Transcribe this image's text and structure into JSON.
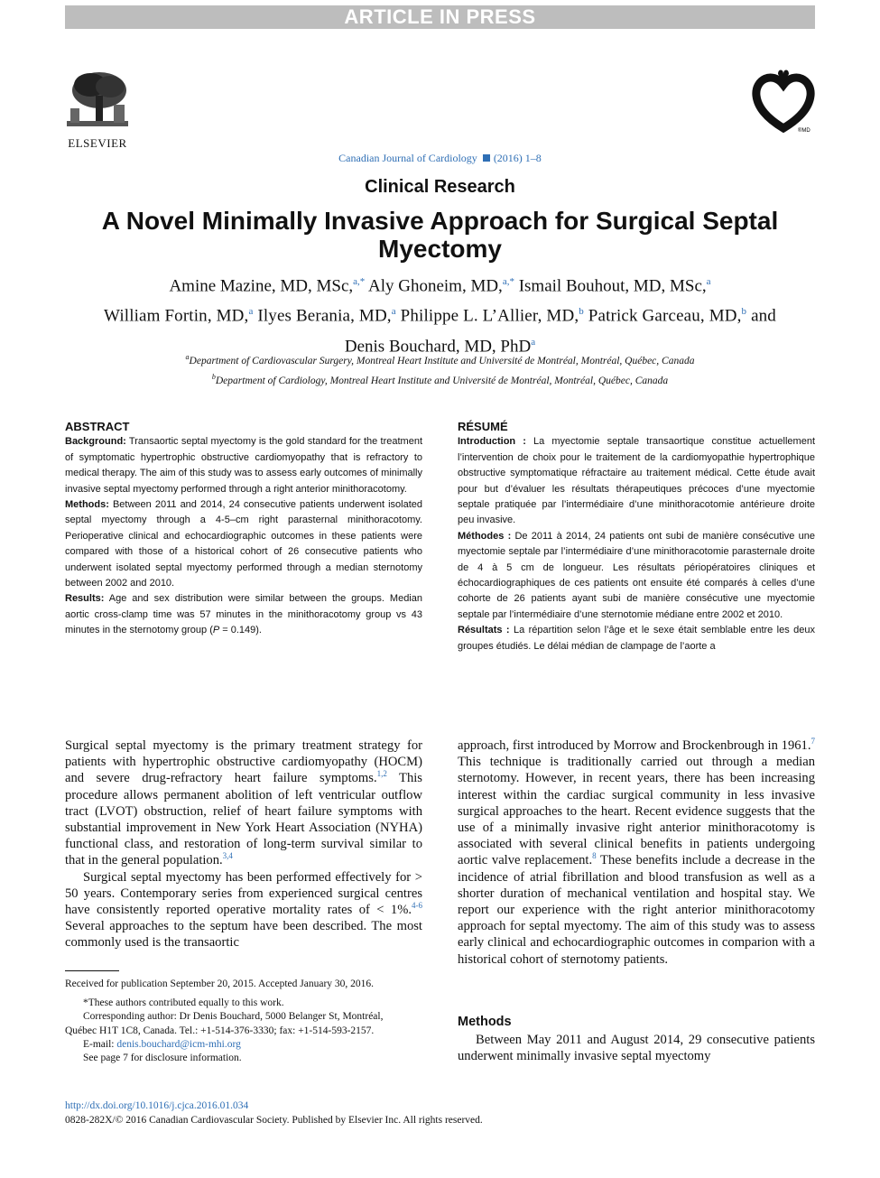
{
  "banner": "ARTICLE IN PRESS",
  "publisher": "ELSEVIER",
  "journal": {
    "name": "Canadian Journal of Cardiology",
    "meta": "(2016) 1–8"
  },
  "section": "Clinical Research",
  "title_lines": [
    "A Novel Minimally Invasive Approach for Surgical Septal",
    "Myectomy"
  ],
  "authors": {
    "a1": "Amine Mazine, MD, MSc,",
    "a1s": "a,*",
    "a2": " Aly Ghoneim, MD,",
    "a2s": "a,*",
    "a3": " Ismail Bouhout, MD, MSc,",
    "a3s": "a",
    "a4": "William Fortin, MD,",
    "a4s": "a",
    "a5": " Ilyes Berania, MD,",
    "a5s": "a",
    "a6": " Philippe L. L’Allier, MD,",
    "a6s": "b",
    "a7": " Patrick Garceau, MD,",
    "a7s": "b",
    "a7and": " and",
    "a8": "Denis Bouchard, MD, PhD",
    "a8s": "a"
  },
  "affiliations": [
    {
      "sup": "a",
      "text": "Department of Cardiovascular Surgery, Montreal Heart Institute and Université de Montréal, Montréal, Québec, Canada"
    },
    {
      "sup": "b",
      "text": "Department of Cardiology, Montreal Heart Institute and Université de Montréal, Montréal, Québec, Canada"
    }
  ],
  "abstract": {
    "heading": "ABSTRACT",
    "background_label": "Background:",
    "background": " Transaortic septal myectomy is the gold standard for the treatment of symptomatic hypertrophic obstructive cardiomyopathy that is refractory to medical therapy. The aim of this study was to assess early outcomes of minimally invasive septal myectomy performed through a right anterior minithoracotomy.",
    "methods_label": "Methods:",
    "methods": " Between 2011 and 2014, 24 consecutive patients underwent isolated septal myectomy through a 4-5–cm right parasternal minithoracotomy. Perioperative clinical and echocardiographic outcomes in these patients were compared with those of a historical cohort of 26 consecutive patients who underwent isolated septal myectomy performed through a median sternotomy between 2002 and 2010.",
    "results_label": "Results:",
    "results_a": " Age and sex distribution were similar between the groups. Median aortic cross-clamp time was 57 minutes in the minithoracotomy group vs 43 minutes in the sternotomy group (",
    "results_p": "P",
    "results_b": " = 0.149)."
  },
  "resume": {
    "heading": "RÉSUMÉ",
    "intro_label": "Introduction :",
    "intro": " La myectomie septale transaortique constitue actuellement l’intervention de choix pour le traitement de la cardiomyopathie hypertrophique obstructive symptomatique réfractaire au traitement médical. Cette étude avait pour but d’évaluer les résultats thérapeutiques précoces d’une myectomie septale pratiquée par l’intermédiaire d’une minithoracotomie antérieure droite peu invasive.",
    "methods_label": "Méthodes :",
    "methods": " De 2011 à 2014, 24 patients ont subi de manière consécutive une myectomie septale par l’intermédiaire d’une minithoracotomie parasternale droite de 4 à 5 cm de longueur. Les résultats périopératoires cliniques et échocardiographiques de ces patients ont ensuite été comparés à celles d’une cohorte de 26 patients ayant subi de manière consécutive une myectomie septale par l’intermédiaire d’une sternotomie médiane entre 2002 et 2010.",
    "results_label": "Résultats :",
    "results": " La répartition selon l’âge et le sexe était semblable entre les deux groupes étudiés. Le délai médian de clampage de l’aorte a"
  },
  "body": {
    "p1a": "Surgical septal myectomy is the primary treatment strategy for patients with hypertrophic obstructive cardiomyopathy (HOCM) and severe drug-refractory heart failure symptoms.",
    "r1": "1,2",
    "p1b": " This procedure allows permanent abolition of left ventricular outflow tract (LVOT) obstruction, relief of heart failure symptoms with substantial improvement in New York Heart Association (NYHA) functional class, and restoration of long-term survival similar to that in the general population.",
    "r2": "3,4",
    "p2a": "Surgical septal myectomy has been performed effectively for > 50 years. Contemporary series from experienced surgical centres have consistently reported operative mortality rates of < 1%.",
    "r3": "4-6",
    "p2b": " Several approaches to the septum have been described. The most commonly used is the transaortic",
    "p3a": "approach, first introduced by Morrow and Brockenbrough in 1961.",
    "r4": "7",
    "p3b": " This technique is traditionally carried out through a median sternotomy. However, in recent years, there has been increasing interest within the cardiac surgical community in less invasive surgical approaches to the heart. Recent evidence suggests that the use of a minimally invasive right anterior minithoracotomy is associated with several clinical benefits in patients undergoing aortic valve replacement.",
    "r5": "8",
    "p3c": " These benefits include a decrease in the incidence of atrial fibrillation and blood transfusion as well as a shorter duration of mechanical ventilation and hospital stay. We report our experience with the right anterior minithoracotomy approach for septal myectomy. The aim of this study was to assess early clinical and echocardiographic outcomes in comparion with a historical cohort of sternotomy patients.",
    "methods_heading": "Methods",
    "methods_text": "Between May 2011 and August 2014, 29 consecutive patients underwent minimally invasive septal myectomy"
  },
  "footnotes": {
    "received": "Received for publication September 20, 2015. Accepted January 30, 2016.",
    "equal": "*These authors contributed equally to this work.",
    "corr1": "Corresponding author: Dr Denis Bouchard, 5000 Belanger St, Montréal,",
    "corr2": "Québec H1T 1C8, Canada. Tel.: +1-514-376-3330; fax: +1-514-593-2157.",
    "email_label": "E-mail: ",
    "email": "denis.bouchard@icm-mhi.org",
    "disclosure": "See page 7 for disclosure information."
  },
  "doi": "http://dx.doi.org/10.1016/j.cjca.2016.01.034",
  "copyright": "0828-282X/© 2016 Canadian Cardiovascular Society. Published by Elsevier Inc. All rights reserved.",
  "colors": {
    "link": "#2f6fb5",
    "banner_bg": "#bdbdbd"
  }
}
